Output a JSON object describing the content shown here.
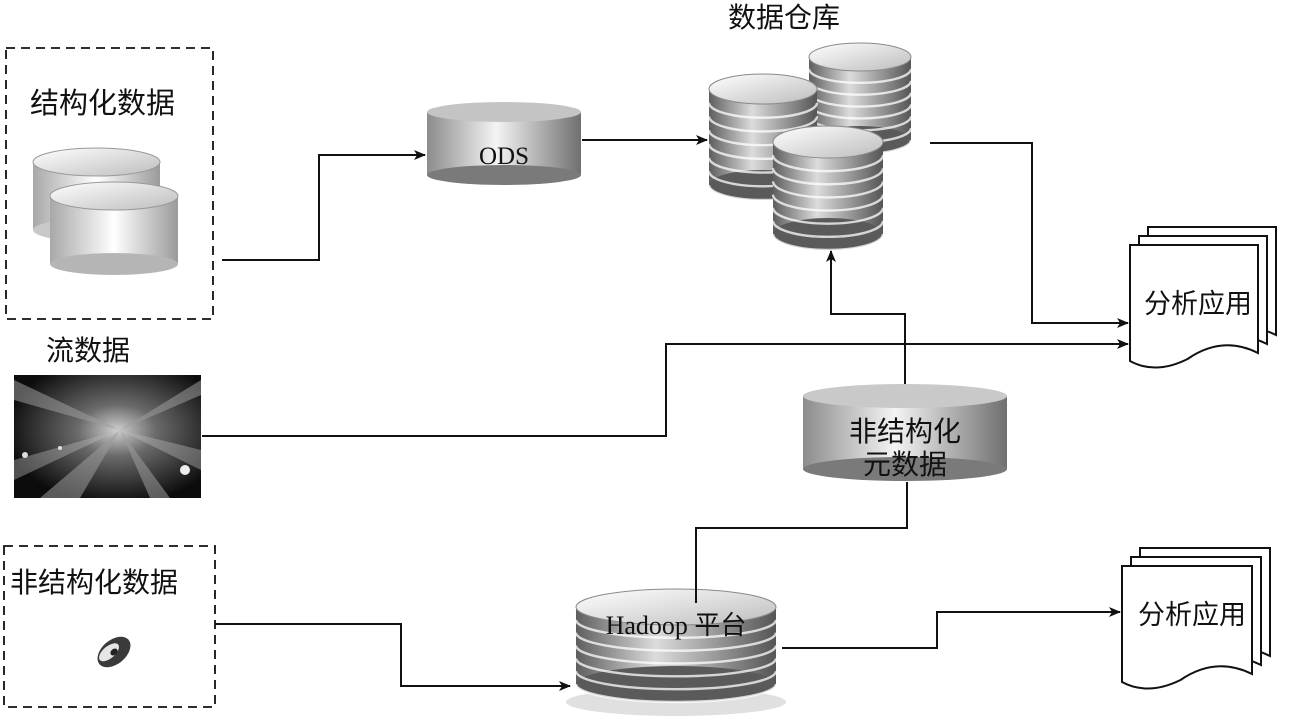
{
  "labels": {
    "structured_data": "结构化数据",
    "ods": "ODS",
    "data_warehouse": "数据仓库",
    "stream_data": "流数据",
    "unstructured_data": "非结构化数据",
    "hadoop": "Hadoop 平台",
    "unstructured_meta_line1": "非结构化",
    "unstructured_meta_line2": "元数据",
    "analysis_app_top": "分析应用",
    "analysis_app_bottom": "分析应用"
  }
}
